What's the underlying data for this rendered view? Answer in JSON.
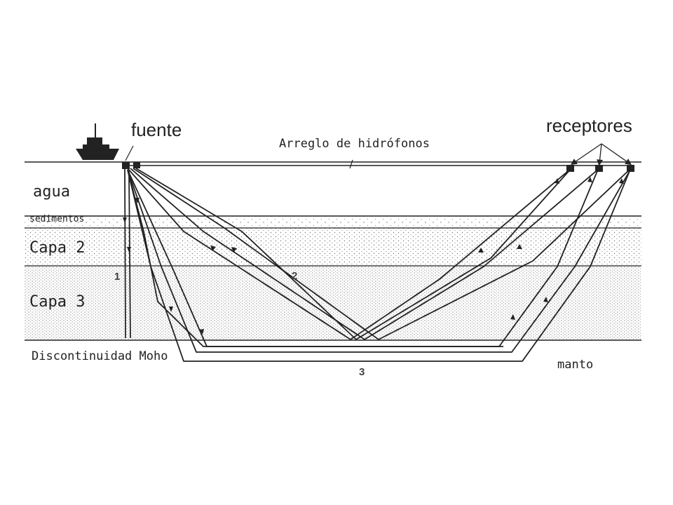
{
  "labels": {
    "source": "fuente",
    "receivers": "receptores",
    "array": "Arreglo de hidrófonos",
    "water": "agua",
    "sediments": "sedimentos",
    "layer2": "Capa 2",
    "layer3": "Capa 3",
    "moho": "Discontinuidad Moho",
    "mantle": "manto",
    "path1": "1",
    "path2": "2",
    "path3": "3"
  },
  "colors": {
    "ink": "#222222",
    "dots": "#6a6a6a",
    "background": "#ffffff"
  }
}
